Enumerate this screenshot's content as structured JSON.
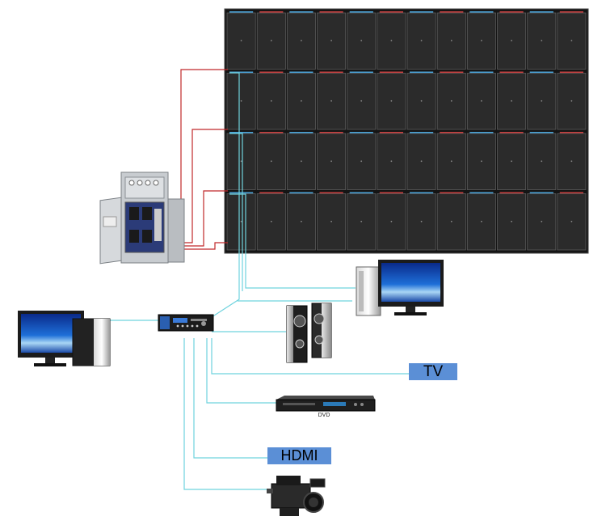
{
  "labels": {
    "tv": "TV",
    "hdmi": "HDMI",
    "dvd": "DVD"
  },
  "led_wall": {
    "rows": 4,
    "columns": 12
  },
  "colors": {
    "power_line": "#c0282a",
    "signal_line": "#6fd3de",
    "label_bg": "#5b8fd6"
  }
}
